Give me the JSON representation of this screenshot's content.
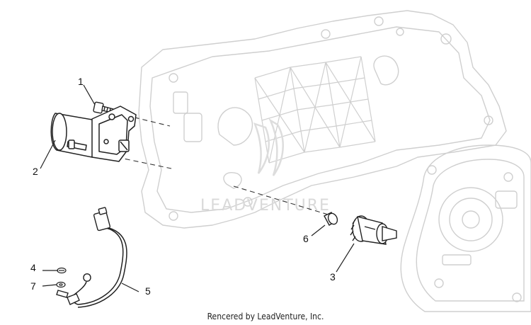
{
  "diagram": {
    "callouts": [
      {
        "id": "1",
        "label": "1"
      },
      {
        "id": "2",
        "label": "2"
      },
      {
        "id": "3",
        "label": "3"
      },
      {
        "id": "4",
        "label": "4"
      },
      {
        "id": "5",
        "label": "5"
      },
      {
        "id": "6",
        "label": "6"
      },
      {
        "id": "7",
        "label": "7"
      }
    ],
    "watermark": "LEADVENTURE",
    "footer": "Rencered by LeadVenture, Inc."
  },
  "colors": {
    "line": "#222222",
    "ghost": "#cfcfcf",
    "watermark": "#d9d9d9"
  }
}
